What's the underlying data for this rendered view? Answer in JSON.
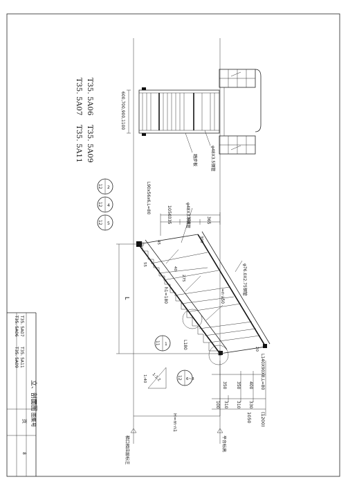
{
  "title_block": {
    "drawing_numbers": [
      "T35. 5A06",
      "T35. 5A07",
      "T35. 5A09",
      "T35. 5A11"
    ],
    "drawing_title": "立、剖面图",
    "atlas_label": "图集号",
    "page_label": "页",
    "page_number": "8"
  },
  "codes": {
    "row1_left": "T35. 5A06",
    "row1_right": "T35. 5A09",
    "row2_left": "T35. 5A07",
    "row2_right": "T35. 5A11"
  },
  "dims": {
    "heights": "600,700,900,1100",
    "top_width": "1050",
    "seg_335": "335",
    "seg_350": "350",
    "seg_365": "365",
    "b1": "350",
    "b2": "350",
    "b3": "400",
    "c1": "100",
    "c2": "310",
    "c3": "310",
    "c4": "330",
    "bottom_width": "1050",
    "bottom_width_alt": "(1200)",
    "H": "H=m·n1",
    "L": "L",
    "step_height": "h1=180",
    "l180": "L180",
    "dim_45": "45",
    "dim_55": "55",
    "dim_40": "40",
    "dim_275": "275",
    "dim_300": "300",
    "dim_20": "20"
  },
  "labels": {
    "pipe_small": "φ48X3.5钢管",
    "pipe_small_2": "φ48X3.5钢管",
    "pipe_large": "φ76.0X2.75钢管",
    "angle_top": "L90x56x6,L=80",
    "angle_bottom": "L140X90X8,L=80",
    "stair_board": "踏步板",
    "stair_slope": "=n·a50",
    "upper_level": "梯口相应层标注",
    "platform_level": "平台标高",
    "slope_ratio": "1:1.2",
    "slope_ratio_2": "1:40"
  },
  "callouts": [
    {
      "top": "2",
      "bottom": "12"
    },
    {
      "top": "4",
      "bottom": "12"
    },
    {
      "top": "5",
      "bottom": "12"
    },
    {
      "top": "1",
      "bottom": "11"
    },
    {
      "top": "6~8",
      "bottom": "12"
    }
  ]
}
